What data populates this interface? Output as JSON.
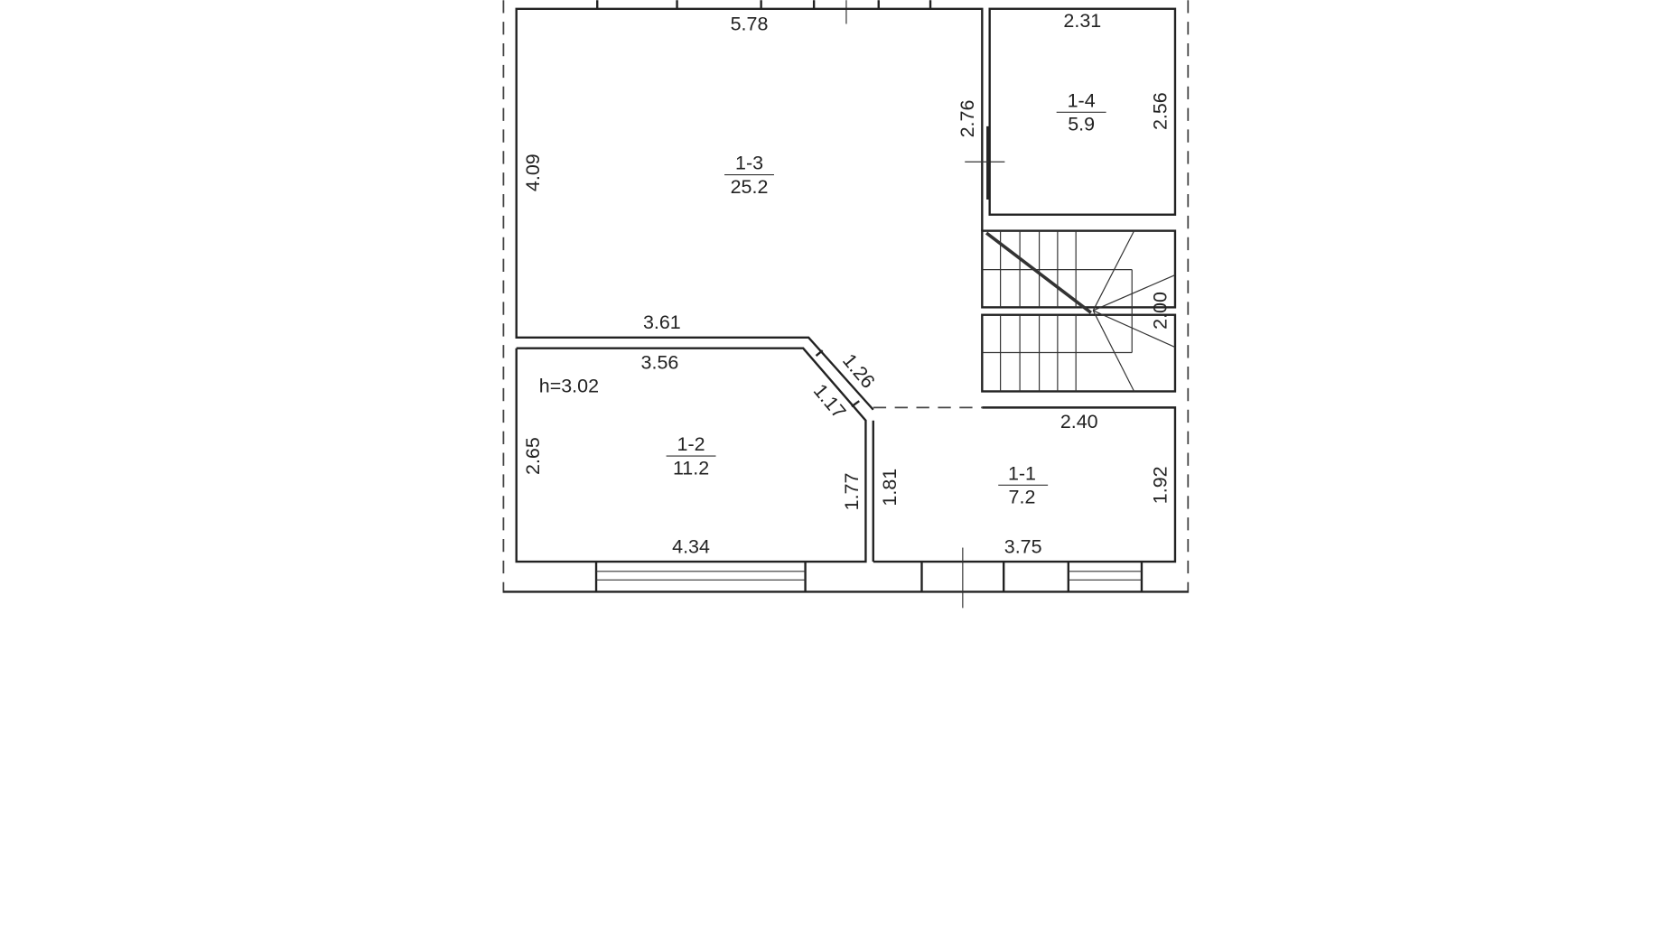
{
  "rooms": [
    {
      "id": "1-3",
      "area": "25.2"
    },
    {
      "id": "1-4",
      "area": "5.9"
    },
    {
      "id": "1-2",
      "area": "11.2"
    },
    {
      "id": "1-1",
      "area": "7.2"
    }
  ],
  "dimensions": {
    "r13_top": "5.78",
    "r13_left": "4.09",
    "r13_right": "2.76",
    "r13_bottom": "3.61",
    "r13_diag": "1.26",
    "r14_top": "2.31",
    "r14_right": "2.56",
    "stair": "2.00",
    "r12_top": "3.56",
    "r12_left": "2.65",
    "r12_right": "1.77",
    "r12_bottom": "4.34",
    "r12_diag": "1.17",
    "r11_top": "2.40",
    "r11_left": "1.81",
    "r11_right": "1.92",
    "r11_bottom": "3.75"
  },
  "height_note": "h=3.02"
}
